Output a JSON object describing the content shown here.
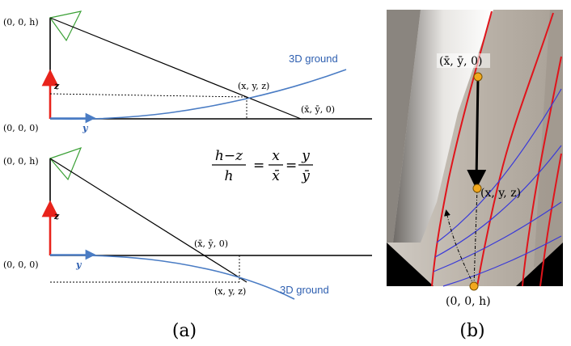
{
  "panel_a": {
    "top": {
      "camera_label": "(0, 0, h)",
      "origin_label": "(0, 0, 0)",
      "z_axis_label": "z",
      "y_axis_label": "y",
      "ground_label": "3D ground",
      "surface_point_label": "(x, y, z)",
      "projected_point_label": "(x̄, ȳ, 0)"
    },
    "bottom": {
      "camera_label": "(0, 0, h)",
      "origin_label": "(0, 0, 0)",
      "z_axis_label": "z",
      "y_axis_label": "y",
      "ground_label": "3D ground",
      "surface_point_label": "(x, y, z)",
      "projected_point_label": "(x̄, ȳ, 0)"
    },
    "equation": {
      "frac1_num": "h−z",
      "frac1_den": "h",
      "eq1": "=",
      "frac2_num": "x",
      "frac2_den": "x̄",
      "eq2": "=",
      "frac3_num": "y",
      "frac3_den": "ȳ"
    },
    "caption": "(a)"
  },
  "panel_b": {
    "top_point_label": "(x̄,  ȳ, 0)",
    "mid_point_label": "(x,  y, z)",
    "bottom_point_label": "(0, 0, h)",
    "caption": "(b)"
  },
  "colors": {
    "ground_curve": "#4a7cc4",
    "axis_red": "#e8231b",
    "camera_green": "#3aa035",
    "lane_red": "#e0141b",
    "grid_blue": "#3a3ad8",
    "point_fill": "#f2a81d"
  }
}
